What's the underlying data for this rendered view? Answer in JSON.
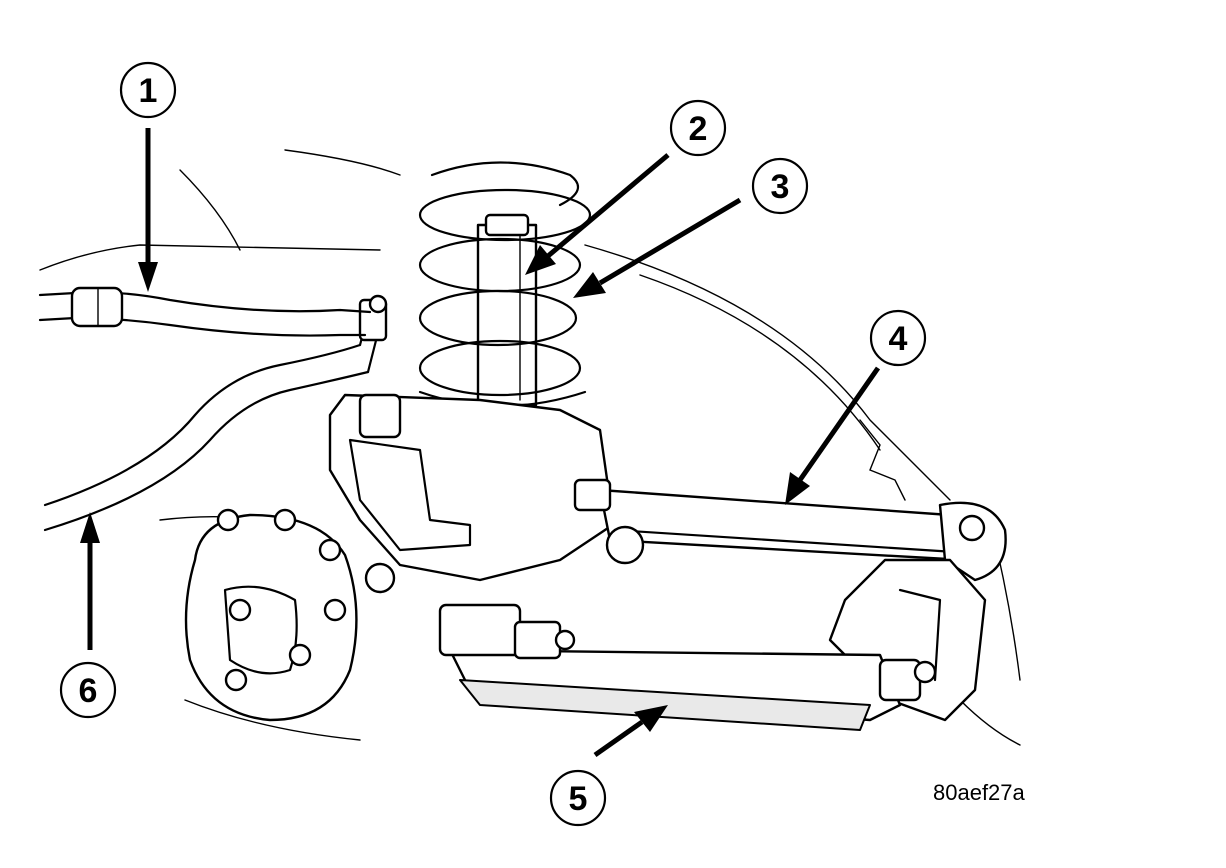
{
  "callouts": [
    {
      "id": "1",
      "label": "1"
    },
    {
      "id": "2",
      "label": "2"
    },
    {
      "id": "3",
      "label": "3"
    },
    {
      "id": "4",
      "label": "4"
    },
    {
      "id": "5",
      "label": "5"
    },
    {
      "id": "6",
      "label": "6"
    }
  ],
  "figure_code": "80aef27a"
}
